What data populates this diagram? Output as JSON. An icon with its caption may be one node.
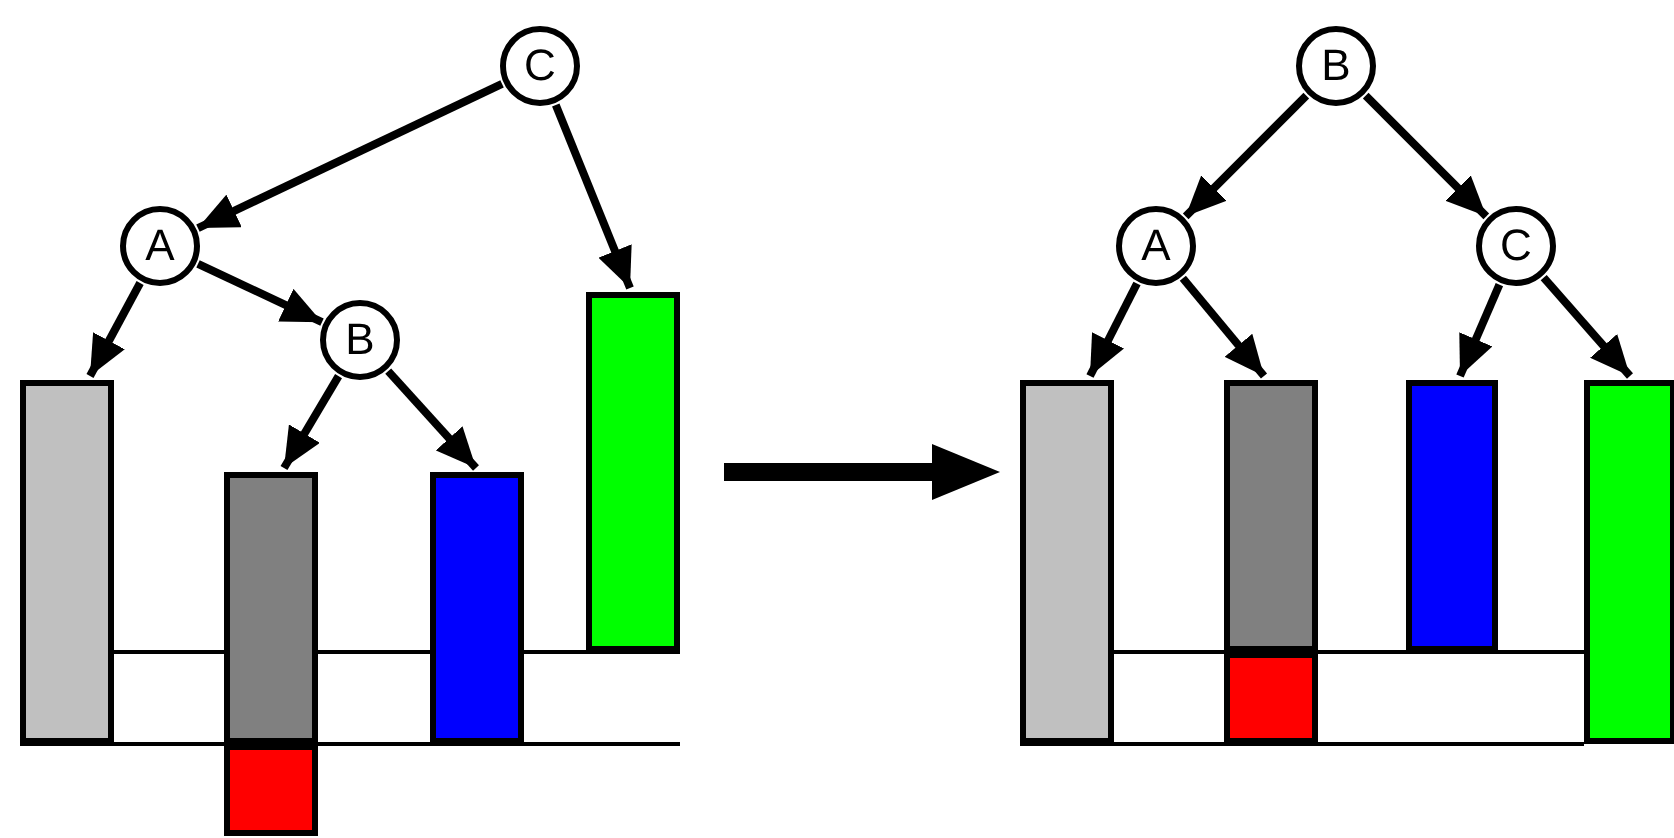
{
  "diagram": {
    "nodes": [
      {
        "text": [
          "C"
        ]
      },
      {
        "text": [
          "A"
        ]
      },
      {
        "text": [
          "B"
        ]
      },
      {
        "text": [],
        "shape": "bar"
      },
      {
        "text": [],
        "shape": "bar"
      },
      {
        "text": [],
        "shape": "bar"
      },
      {
        "text": [],
        "shape": "bar"
      },
      {
        "text": [],
        "shape": "bar"
      },
      {
        "text": [
          "B"
        ]
      },
      {
        "text": [
          "A"
        ]
      },
      {
        "text": [
          "C"
        ]
      },
      {
        "text": [],
        "shape": "bar"
      },
      {
        "text": [],
        "shape": "bar"
      },
      {
        "text": [],
        "shape": "bar"
      },
      {
        "text": [],
        "shape": "bar"
      },
      {
        "text": [],
        "shape": "bar"
      }
    ],
    "edges": [
      {
        "from": 0,
        "to": 1,
        "arrow": "to"
      },
      {
        "from": 0,
        "to": 7,
        "arrow": "to"
      },
      {
        "from": 1,
        "to": 3,
        "arrow": "to"
      },
      {
        "from": 1,
        "to": 2,
        "arrow": "to"
      },
      {
        "from": 2,
        "to": 4,
        "arrow": "to"
      },
      {
        "from": 2,
        "to": 6,
        "arrow": "to"
      },
      {
        "from": 8,
        "to": 9,
        "arrow": "to"
      },
      {
        "from": 8,
        "to": 10,
        "arrow": "to"
      },
      {
        "from": 9,
        "to": 11,
        "arrow": "to"
      },
      {
        "from": 9,
        "to": 12,
        "arrow": "to"
      },
      {
        "from": 10,
        "to": 14,
        "arrow": "to"
      },
      {
        "from": 10,
        "to": 15,
        "arrow": "to"
      }
    ]
  }
}
